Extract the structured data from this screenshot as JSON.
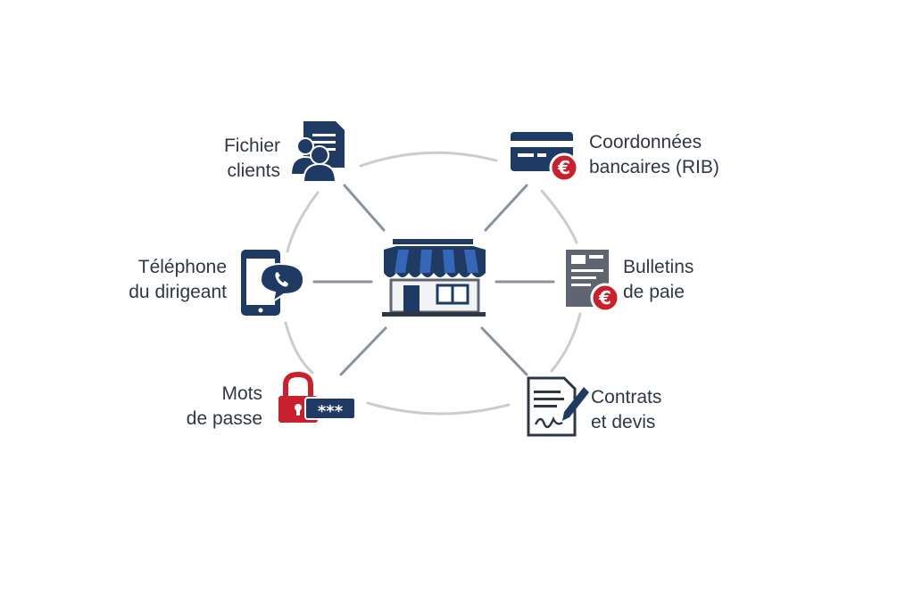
{
  "center": {
    "icon": "storefront-icon"
  },
  "nodes": [
    {
      "id": "fichier-clients",
      "icon": "customer-file-icon",
      "lines": [
        "Fichier",
        "clients"
      ]
    },
    {
      "id": "coordonnees-bancaires",
      "icon": "bank-card-euro-icon",
      "lines": [
        "Coordonnées",
        "bancaires (RIB)"
      ]
    },
    {
      "id": "telephone-dirigeant",
      "icon": "smartphone-call-icon",
      "lines": [
        "Téléphone",
        "du dirigeant"
      ]
    },
    {
      "id": "bulletins-paie",
      "icon": "payslip-euro-icon",
      "lines": [
        "Bulletins",
        "de paie"
      ]
    },
    {
      "id": "mots-de-passe",
      "icon": "padlock-password-icon",
      "lines": [
        "Mots",
        "de passe"
      ],
      "badge": "***"
    },
    {
      "id": "contrats-devis",
      "icon": "contract-signature-icon",
      "lines": [
        "Contrats",
        "et devis"
      ]
    }
  ],
  "colors": {
    "navy": "#1f3a63",
    "blue": "#3566b8",
    "red": "#c8202c",
    "gray": "#5e6470",
    "line": "#c9cdd3",
    "text": "#2f3745"
  },
  "euro_symbol": "€"
}
